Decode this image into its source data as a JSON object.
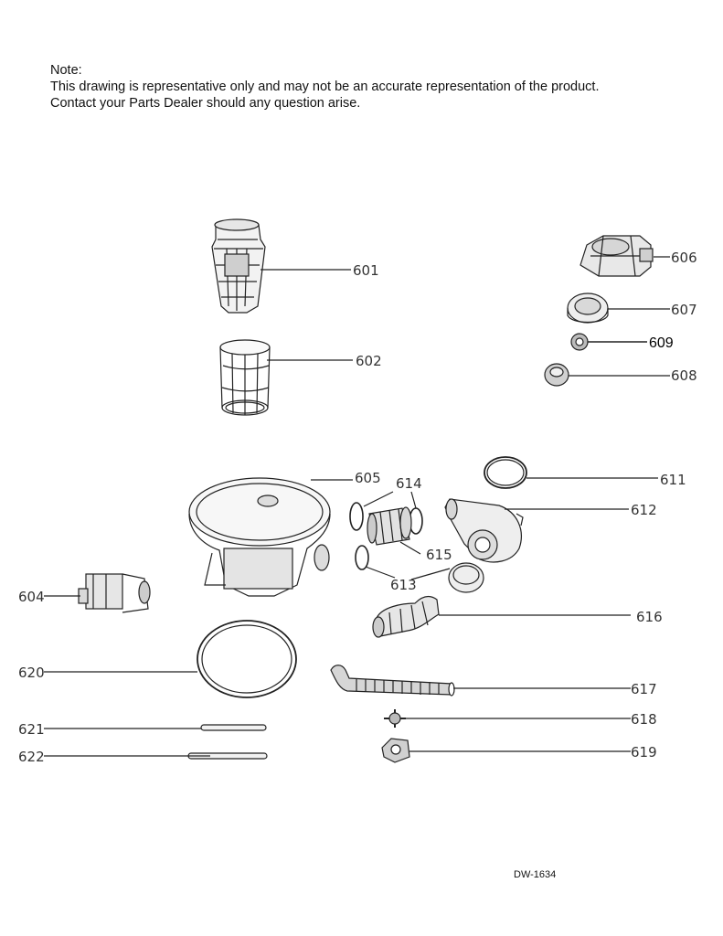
{
  "note": {
    "heading": "Note:",
    "line1": "This drawing is representative only and may not be an accurate representation of the product.",
    "line2": "Contact your Parts Dealer should any question arise."
  },
  "parts": {
    "p601": "601",
    "p602": "602",
    "p604": "604",
    "p605": "605",
    "p606": "606",
    "p607": "607",
    "p608": "608",
    "p609": "609",
    "p611": "611",
    "p612": "612",
    "p613": "613",
    "p614": "614",
    "p615": "615",
    "p616": "616",
    "p617": "617",
    "p618": "618",
    "p619": "619",
    "p620": "620",
    "p621": "621",
    "p622": "622"
  },
  "drawing_code": "DW-1634"
}
